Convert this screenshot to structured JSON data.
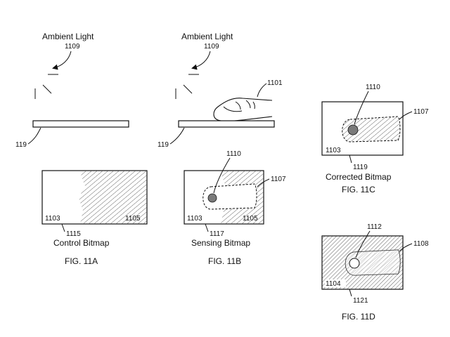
{
  "colors": {
    "ink": "#111111",
    "background": "#ffffff",
    "shade": "#e6e6e6",
    "touch_dot": "#7a7a7a"
  },
  "panels": {
    "a": {
      "fig_label": "FIG. 11A",
      "ambient_label": "Ambient Light",
      "ref_light": "1109",
      "ref_panel": "119",
      "bitmap_caption": "Control Bitmap",
      "ref_bitmap": "1115",
      "ref_clear": "1103",
      "ref_shaded": "1105"
    },
    "b": {
      "fig_label": "FIG. 11B",
      "ambient_label": "Ambient Light",
      "ref_light": "1109",
      "ref_finger": "1101",
      "ref_panel": "119",
      "bitmap_caption": "Sensing Bitmap",
      "ref_bitmap": "1117",
      "ref_touch": "1110",
      "ref_shadow": "1107",
      "ref_clear": "1103",
      "ref_shaded": "1105"
    },
    "c": {
      "fig_label": "FIG. 11C",
      "bitmap_caption": "Corrected Bitmap",
      "ref_bitmap": "1119",
      "ref_touch": "1110",
      "ref_shadow": "1107",
      "ref_clear": "1103"
    },
    "d": {
      "fig_label": "FIG. 11D",
      "ref_bitmap": "1121",
      "ref_touch": "1112",
      "ref_finger": "1108",
      "ref_background": "1104"
    }
  }
}
